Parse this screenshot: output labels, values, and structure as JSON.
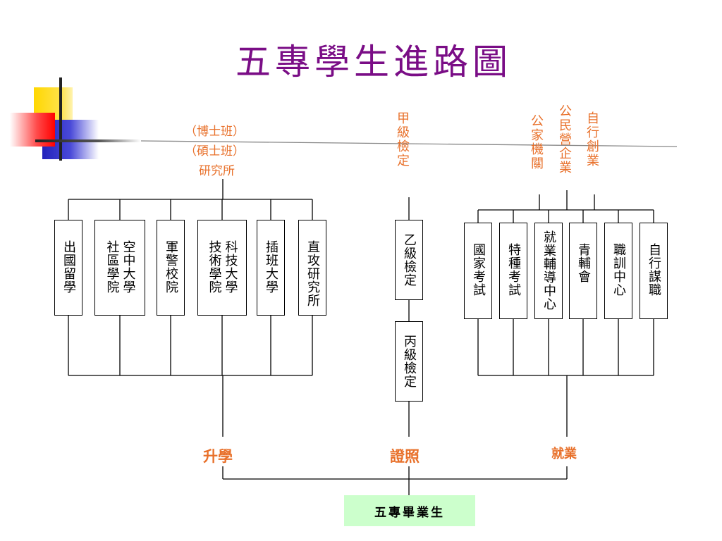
{
  "title": "五專學生進路圖",
  "top_labels": {
    "phd": "（博士班）",
    "masters": "（碩士班）",
    "institute": "研究所",
    "level_a": "甲級檢定",
    "public_agency": "公家機關",
    "enterprise": "公民營企業",
    "self_employed": "自行創業"
  },
  "further_study": {
    "label": "升學",
    "options": [
      {
        "lines": [
          "出國留學"
        ]
      },
      {
        "lines": [
          "空中大學",
          "社區學院"
        ]
      },
      {
        "lines": [
          "軍警校院"
        ]
      },
      {
        "lines": [
          "科技大學",
          "技術學院"
        ]
      },
      {
        "lines": [
          "插班大學"
        ]
      },
      {
        "lines": [
          "直攻研究所"
        ]
      }
    ]
  },
  "certification": {
    "label": "證照",
    "options": [
      {
        "lines": [
          "乙級檢定"
        ]
      },
      {
        "lines": [
          "丙級檢定"
        ]
      }
    ]
  },
  "employment": {
    "label": "就業",
    "options": [
      {
        "lines": [
          "國家考試"
        ]
      },
      {
        "lines": [
          "特種考試"
        ]
      },
      {
        "lines": [
          "就業輔導中心"
        ]
      },
      {
        "lines": [
          "青輔會"
        ]
      },
      {
        "lines": [
          "職訓中心"
        ]
      },
      {
        "lines": [
          "自行謀職"
        ]
      }
    ]
  },
  "root": "五專畢業生",
  "colors": {
    "title": "#7a0d86",
    "accent_orange": "#e8702a",
    "root_fill": "#ccffcc",
    "deco_yellow": "#ffd700",
    "deco_red": "#ff2a2a",
    "deco_blue": "#2a2acc"
  }
}
